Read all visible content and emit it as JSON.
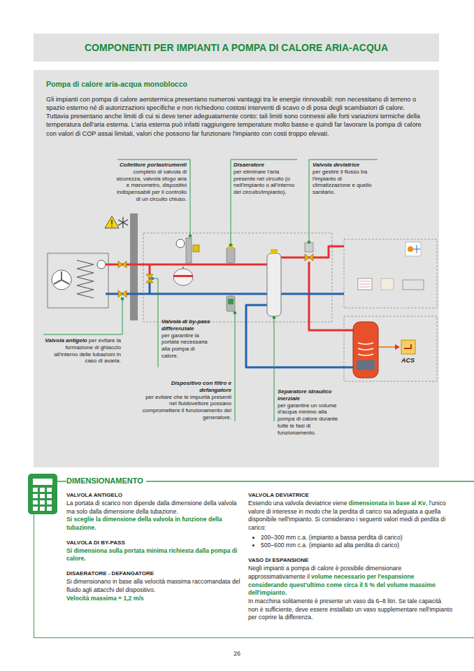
{
  "diagram": {
    "title": "COMPONENTI PER IMPIANTI A POMPA DI CALORE ARIA-ACQUA",
    "nodes": [
      {
        "text": [
          "Pompa di calore aria-acqua monoblocco",
          "Gli impianti con pompa di calore aerotermica presentano numerosi vantaggi tra le energie rinnovabili: non necessitano di terreno o spazio esterno né di autorizzazioni specifiche e non richiedono costosi interventi di scavo o di posa degli scambiatori di calore. Tuttavia presentano anche limiti di cui si deve tener adeguatamente conto: tali limiti sono connessi alle forti variazioni termiche della temperatura dell'aria esterna. L'aria esterna può infatti raggiungere temperature molto basse e quindi far lavorare la pompa di calore con valori di COP assai limitati, valori che possono far funzionare l'impianto con costi troppo elevati."
        ]
      },
      {
        "text": [
          "DIMENSIONAMENTO",
          "VALVOLA ANTIGELO",
          "La portata di scarico non dipende dalla dimensione della valvola ma solo dalla dimensione della tubazione.",
          "Si sceglie la dimensione della valvola in funzione della tubazione.",
          "VALVOLA DI BY-PASS",
          "Si dimensiona sulla portata minima richiesta dalla pompa di calore.",
          "DISAERATORE - DEFANGATORE",
          "Si dimensionano in base alla velocità massima raccomandata del fluido agli attacchi del dispositivo.",
          "Velocità massima = 1,2 m/s",
          "VALVOLA DEVIATRICE",
          "Essendo una valvola deviatrice viene",
          "dimensionata in base al Kv",
          ", l'unico valore di interesse in modo che la perdita di carico sia adeguata a quella disponibile nell'impianto. Si considerano i seguenti valori medi di perdita di carico:",
          "200–300 mm c.a. (impianto a bassa perdita di carico)",
          "500–600 mm c.a. (impianto ad alta perdita di carico)",
          "VASO DI ESPANSIONE",
          "Negli impianti a pompa di calore è possibile dimensionare approssimativamente il",
          "volume necessario per l'espansione considerando quest'ultimo come circa il 5 % del volume massimo dell'impianto.",
          "In macchina solitamente è presente un vaso da 6–8 litri. Se tale capacità non è sufficiente, deve essere installato un vaso supplementare nell'impianto per coprire la differenza."
        ]
      }
    ],
    "labels": [
      "Collettore portastrumenti",
      "completo di valvola di sicurezza, valvola sfogo aria e manometro, dispositivi indispensabili per il controllo di un circuito chiuso.",
      "Disaeratore",
      "per eliminare l'aria presente nel circuito (o nell'impianto o all'interno del circuito/impianto).",
      "Valvola deviatrice",
      "per gestire il flusso tra l'impianto di climatizzazione e quello sanitario.",
      "Valvola antigelo",
      "per evitare la formazione di ghiaccio all'interno delle tubazioni in caso di avaria.",
      "Valvola di by-pass differenziale",
      "per garantire la portata necessaria alla pompa di calore.",
      "Dispositivo con filtro e defangatore",
      "per evitare che le impurità presenti nel fluidovettore possano compromettere il funzionamento del generatore.",
      "Separatore idraulico inerziale",
      "per garantire un volume d'acqua minimo alla pompa di calore durante tutte le fasi di funzionamento.",
      "ACS",
      "26"
    ]
  }
}
